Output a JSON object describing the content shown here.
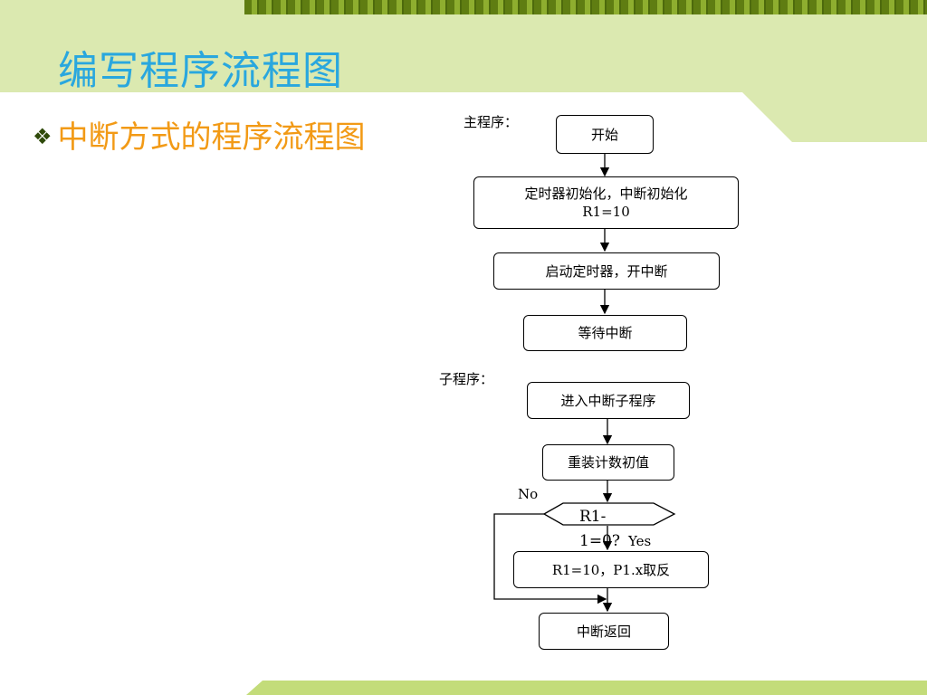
{
  "slide": {
    "title": "编写程序流程图",
    "bullet": "中断方式的程序流程图",
    "bullet_icon": "diamond-bullet-icon"
  },
  "diagram": {
    "main_label": "主程序：",
    "sub_label": "子程序：",
    "nodes": {
      "start": "开始",
      "init_line1": "定时器初始化，中断初始化",
      "init_line2": "R1=10",
      "start_timer": "启动定时器，开中断",
      "wait": "等待中断",
      "enter_isr": "进入中断子程序",
      "reload": "重装计数初值",
      "decision_line1": "R1-",
      "decision_line2": "1=0?",
      "toggle": "R1=10，P1.x取反",
      "return": "中断返回"
    },
    "edge_labels": {
      "no": "No",
      "yes": "Yes"
    }
  },
  "colors": {
    "title": "#29a7de",
    "bullet": "#f29a16",
    "band_light": "#dbe9b0",
    "band_dark": "#5f7d12"
  }
}
